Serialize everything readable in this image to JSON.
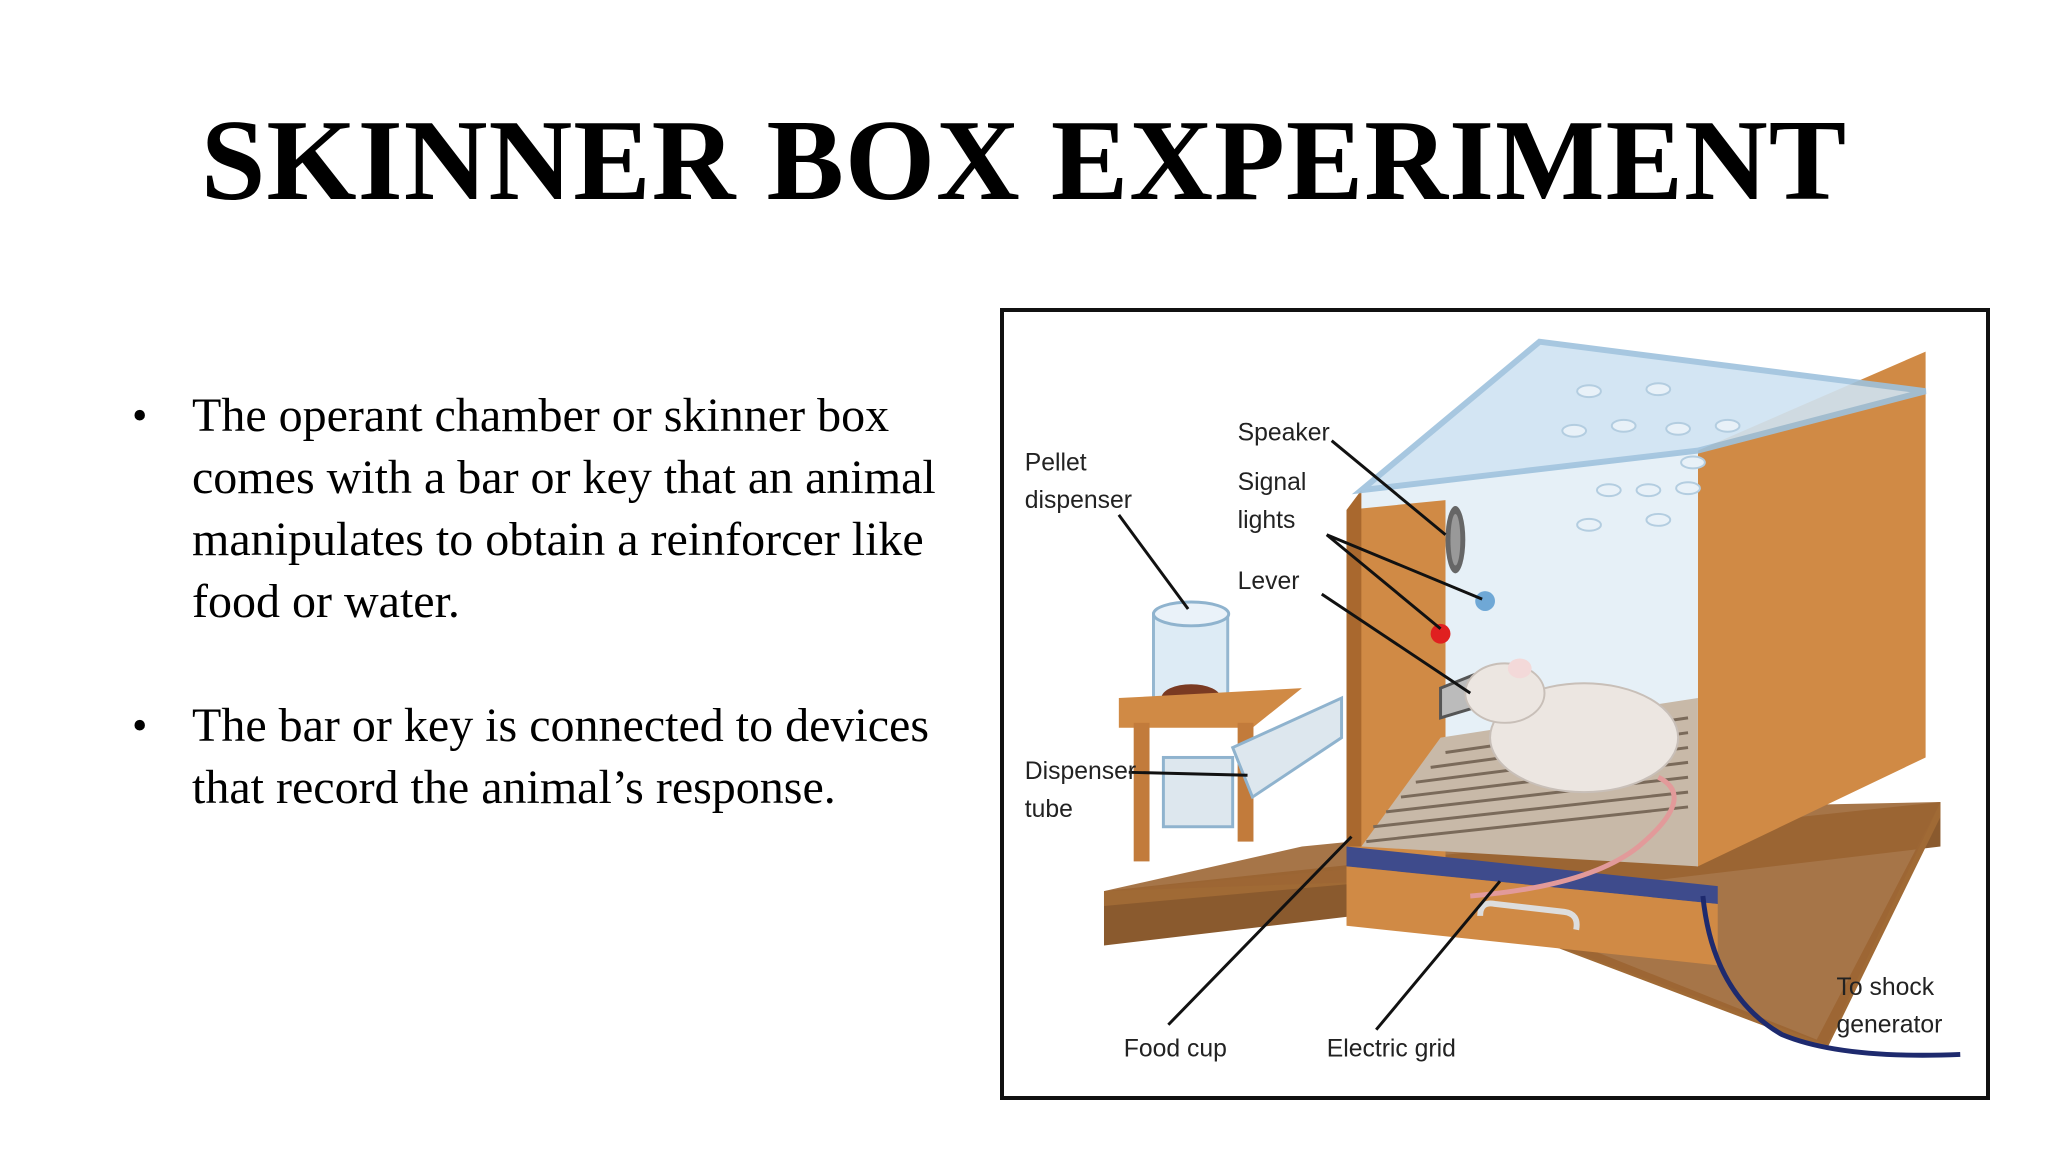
{
  "slide": {
    "title": "SKINNER BOX EXPERIMENT",
    "bullets": [
      "The operant chamber or skinner box comes with a bar or key that an animal manipulates to obtain a reinforcer like food or water.",
      "The bar or key is connected to devices that record the animal’s response."
    ],
    "bullet_symbol": "•"
  },
  "figure": {
    "labels": {
      "speaker": "Speaker",
      "pellet_1": "Pellet",
      "pellet_2": "dispenser",
      "signal_1": "Signal",
      "signal_2": "lights",
      "lever": "Lever",
      "dispenser_1": "Dispenser",
      "dispenser_2": "tube",
      "food_cup": "Food cup",
      "electric_grid": "Electric grid",
      "shock_1": "To shock",
      "shock_2": "generator"
    },
    "colors": {
      "wood": "#D08A45",
      "wood_dark": "#A9682E",
      "base": "#8A5A2E",
      "glass": "#CFE3F2",
      "grid_bar": "#3E4B8C",
      "signal_red": "#E02020",
      "signal_blue": "#6FA8D6",
      "mouse": "#ECE6E1"
    }
  }
}
